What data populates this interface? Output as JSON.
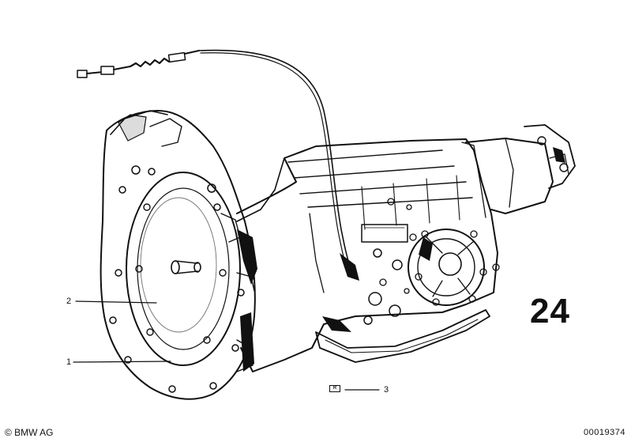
{
  "callouts": [
    {
      "number": "2"
    },
    {
      "number": "1"
    },
    {
      "number": "3"
    }
  ],
  "section_number": "24",
  "copyright": "© BMW AG",
  "document_number": "00019374",
  "symbol_text": "R"
}
